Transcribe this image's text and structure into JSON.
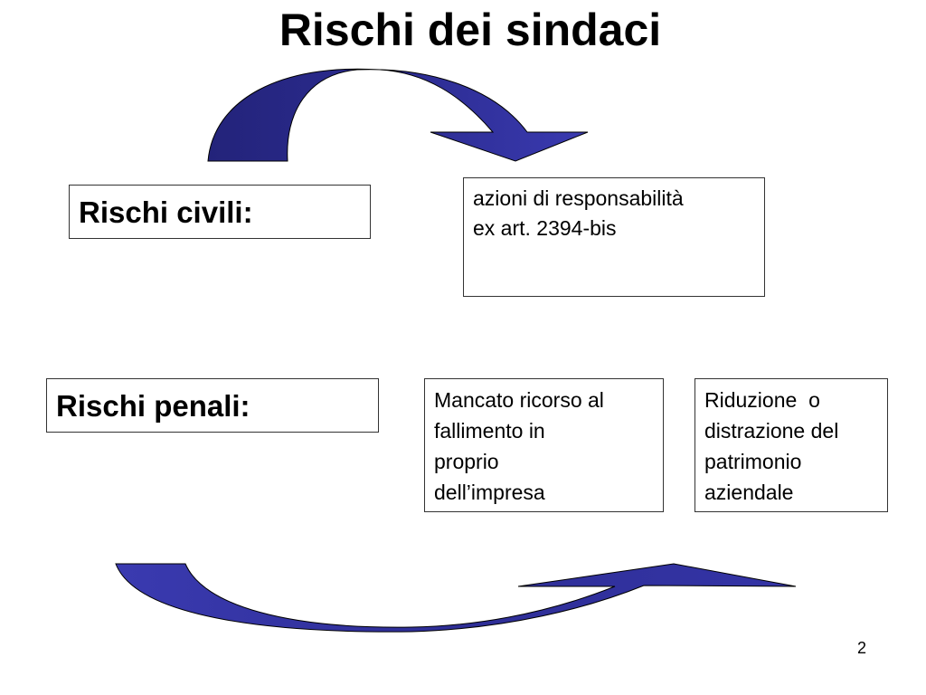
{
  "title": "Rischi dei sindaci",
  "civili": {
    "label": "Rischi civili:",
    "box_lines": [
      "azioni di responsabilità",
      "ex art. 2394-bis"
    ]
  },
  "penali": {
    "label": "Rischi penali:",
    "box1_lines": [
      "Mancato ricorso al",
      "fallimento in",
      "proprio",
      "dell’impresa"
    ],
    "box2_lines": [
      "Riduzione  o",
      "distrazione del",
      "patrimonio",
      "aziendale"
    ]
  },
  "page_number": "2",
  "colors": {
    "arrow_fill": "#2e2e96",
    "arrow_stroke": "#000000",
    "box_border": "#333333"
  },
  "icons": {
    "top_arrow": "curved-arrow-right-icon",
    "bottom_arrow": "curved-arrow-right-icon"
  }
}
